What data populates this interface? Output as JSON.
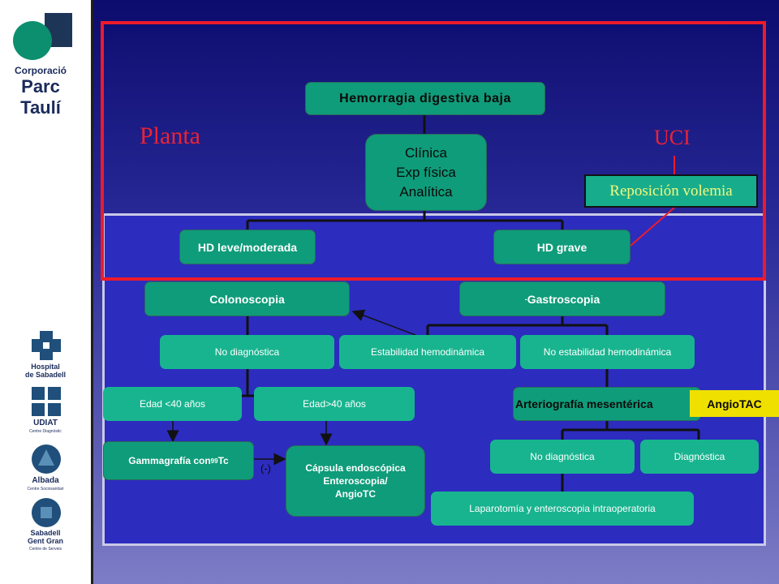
{
  "sidebar": {
    "brand_line1": "Corporació",
    "brand_line2": "Parc Taulí",
    "logos": [
      {
        "name": "Hospital\nde Sabadell",
        "sub": ""
      },
      {
        "name": "UDIAT",
        "sub": "Centre Diagnòstic"
      },
      {
        "name": "Albada",
        "sub": "Centre Sociosanitari"
      },
      {
        "name": "Sabadell\nGent Gran",
        "sub": "Centre de Serveis"
      }
    ]
  },
  "diagram": {
    "title_box": "Hemorragia digestiva baja",
    "clinic_lines": [
      "Clínica",
      "Exp física",
      "Analítica"
    ],
    "planta": "Planta",
    "uci": "UCI",
    "reposicion": "Reposición volemia",
    "hd_leve": "HD leve/moderada",
    "hd_grave": "HD grave",
    "colonoscopia": "Colonoscopia",
    "gastroscopia_dash": "-",
    "gastroscopia": "Gastroscopia",
    "no_diag_1": "No diagnóstica",
    "estabilidad": "Estabilidad hemodinámica",
    "no_estabilidad": "No estabilidad hemodinámica",
    "edad_menor": "Edad <40 años",
    "edad_mayor": "Edad>40 años",
    "arteriografia": "Arteriografía mesentérica",
    "angiotac": "AngioTAC",
    "gamma_main": "Gammagrafía con ",
    "gamma_sup": "99",
    "gamma_tc": "Tc",
    "negativo": "(-)",
    "capsula_lines": [
      "Cápsula endoscópica",
      "Enteroscopia/",
      "AngioTC"
    ],
    "no_diag_2": "No diagnóstica",
    "diagnostica": "Diagnóstica",
    "laparotomia": "Laparotomía y enteroscopia intraoperatoria"
  },
  "colors": {
    "box": "#0f9c7a",
    "box_light": "#18b48f",
    "panel": "#2c2cbf",
    "frame": "#ee1a2a",
    "reposicion_bg": "#17ad8c",
    "angiotac_bg": "#f0e000"
  }
}
